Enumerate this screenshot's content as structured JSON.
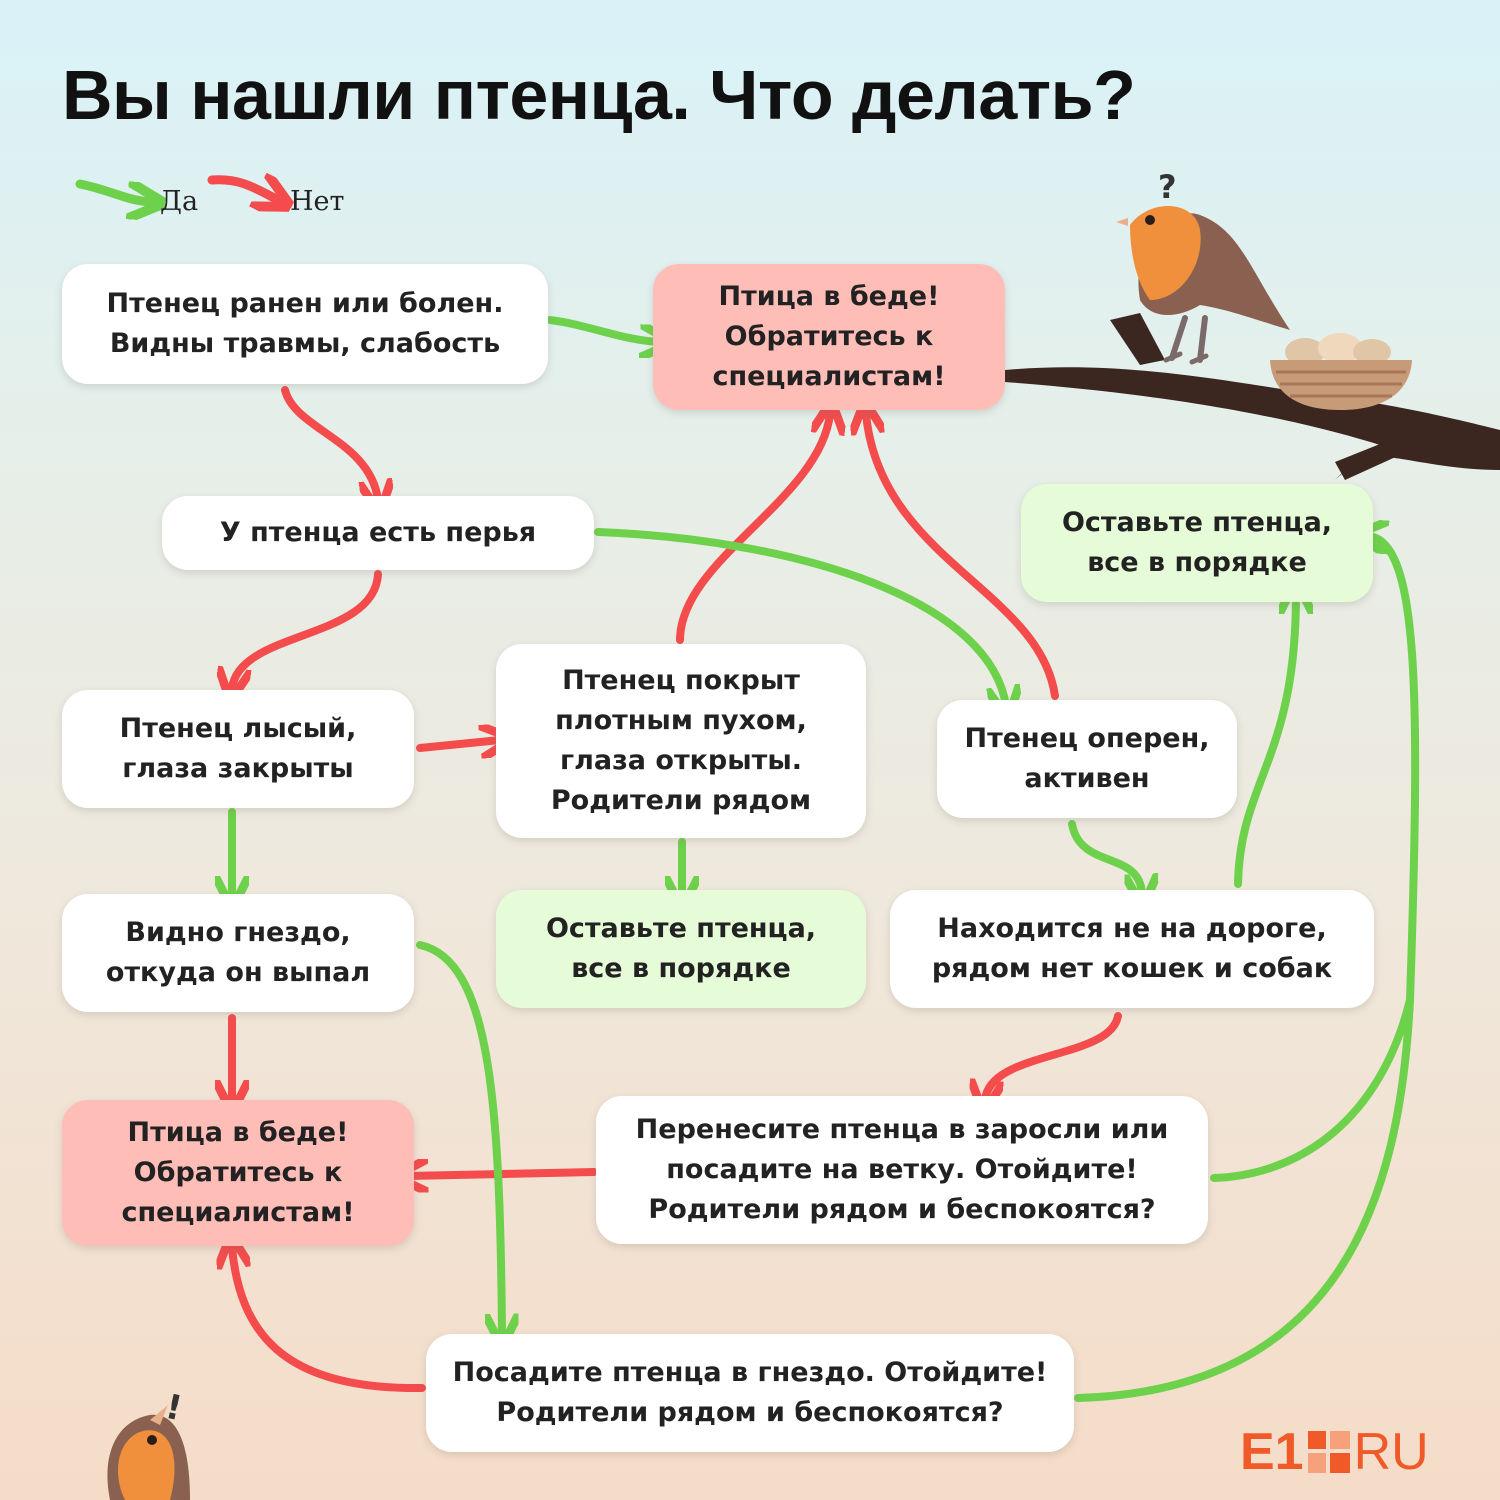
{
  "title": "Вы нашли птенца. Что делать?",
  "legend": {
    "yes": {
      "label": "Да",
      "color": "#6ed14b"
    },
    "no": {
      "label": "Нет",
      "color": "#f44c4c"
    }
  },
  "nodes": {
    "injured": {
      "lines": [
        "Птенец ранен или болен.",
        "Видны травмы, слабость"
      ]
    },
    "trouble_top": {
      "lines": [
        "Птица в беде!",
        "Обратитесь к",
        "специалистам!"
      ]
    },
    "has_feathers": {
      "lines": [
        "У птенца есть перья"
      ]
    },
    "leave_top": {
      "lines": [
        "Оставьте птенца,",
        "все в порядке"
      ]
    },
    "bald": {
      "lines": [
        "Птенец лысый,",
        "глаза закрыты"
      ]
    },
    "downy": {
      "lines": [
        "Птенец покрыт",
        "плотным пухом,",
        "глаза открыты.",
        "Родители рядом"
      ]
    },
    "feathered": {
      "lines": [
        "Птенец оперен,",
        "активен"
      ]
    },
    "nest_visible": {
      "lines": [
        "Видно гнездо,",
        "откуда он выпал"
      ]
    },
    "leave_mid": {
      "lines": [
        "Оставьте птенца,",
        "все в порядке"
      ]
    },
    "safe_place": {
      "lines": [
        "Находится не на дороге,",
        "рядом нет кошек и собак"
      ]
    },
    "trouble_bottom": {
      "lines": [
        "Птица в беде!",
        "Обратитесь к",
        "специалистам!"
      ]
    },
    "move_bushes": {
      "lines": [
        "Перенесите птенца в заросли или",
        "посадите на ветку. Отойдите!",
        "Родители рядом и беспокоятся?"
      ]
    },
    "put_nest": {
      "lines": [
        "Посадите птенца в гнездо. Отойдите!",
        "Родители рядом и беспокоятся?"
      ]
    }
  },
  "edges": [
    {
      "from": "injured",
      "to": "trouble_top",
      "answer": "yes"
    },
    {
      "from": "injured",
      "to": "has_feathers",
      "answer": "no"
    },
    {
      "from": "has_feathers",
      "to": "feathered",
      "answer": "yes"
    },
    {
      "from": "has_feathers",
      "to": "bald",
      "answer": "no"
    },
    {
      "from": "bald",
      "to": "downy",
      "answer": "no"
    },
    {
      "from": "bald",
      "to": "nest_visible",
      "answer": "yes"
    },
    {
      "from": "downy",
      "to": "trouble_top",
      "answer": "no"
    },
    {
      "from": "downy",
      "to": "leave_mid",
      "answer": "yes"
    },
    {
      "from": "feathered",
      "to": "trouble_top",
      "answer": "no"
    },
    {
      "from": "feathered",
      "to": "safe_place",
      "answer": "yes"
    },
    {
      "from": "safe_place",
      "to": "leave_top",
      "answer": "yes"
    },
    {
      "from": "safe_place",
      "to": "move_bushes",
      "answer": "no"
    },
    {
      "from": "nest_visible",
      "to": "trouble_bottom",
      "answer": "no"
    },
    {
      "from": "nest_visible",
      "to": "put_nest",
      "answer": "yes"
    },
    {
      "from": "move_bushes",
      "to": "trouble_bottom",
      "answer": "no"
    },
    {
      "from": "move_bushes",
      "to": "leave_top",
      "answer": "yes"
    },
    {
      "from": "put_nest",
      "to": "trouble_bottom",
      "answer": "no"
    },
    {
      "from": "put_nest",
      "to": "leave_top",
      "answer": "yes"
    }
  ],
  "illustrations": {
    "bird_top_mark": "?",
    "bird_bottom_mark": "!"
  },
  "logo": {
    "brand": "E1",
    "domain": "RU",
    "color": "#f05a28"
  }
}
